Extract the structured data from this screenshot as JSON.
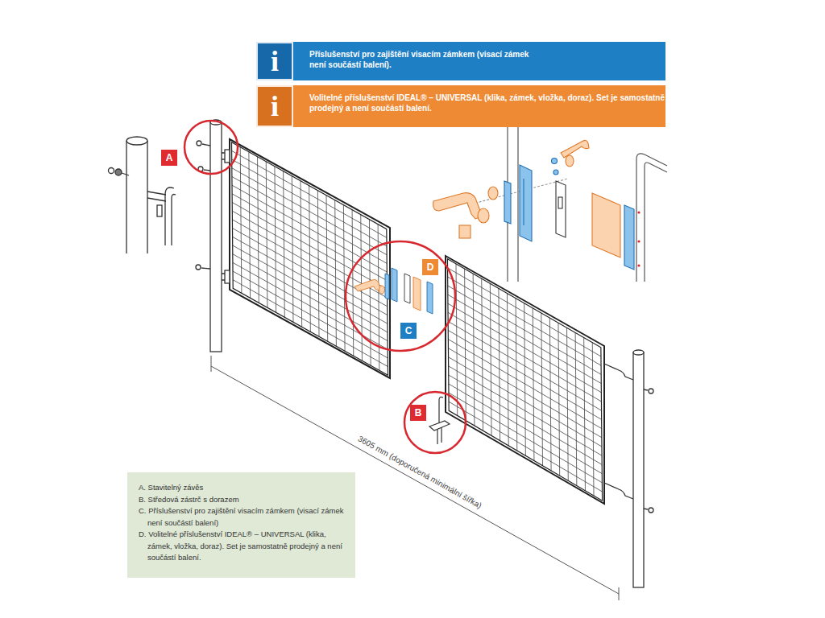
{
  "diagram": {
    "nodes": [
      {
        "text": [
          "Příslušenství pro zajištění visacím zámkem (visací zámek není součástí balení)."
        ]
      },
      {
        "text": [
          "i"
        ],
        "in": 0
      },
      {
        "text": [
          "Volitelné příslušenství IDEAL® – UNIVERSAL (klika, zámek, vložka, doraz). Set je samostatně prodejný a není součástí balení."
        ]
      },
      {
        "text": [
          "i"
        ],
        "in": 2
      },
      {
        "text": [
          "A"
        ]
      },
      {
        "text": [
          "D"
        ]
      },
      {
        "text": [
          "C"
        ]
      },
      {
        "text": [
          "B"
        ]
      },
      {
        "text": [
          "A. Stavitelný závěs",
          "B. Středová zástrč s dorazem",
          "C. Příslušenství pro zajištění visacím zámkem (visací zámek není součástí balení)",
          "D. Volitelné příslušenství IDEAL® – UNIVERSAL (klika, zámek, vložka, doraz). Set je samostatně prodejný a není součástí balení."
        ]
      }
    ],
    "labels": [
      "3605 mm (doporučená minimální šířka)"
    ]
  }
}
